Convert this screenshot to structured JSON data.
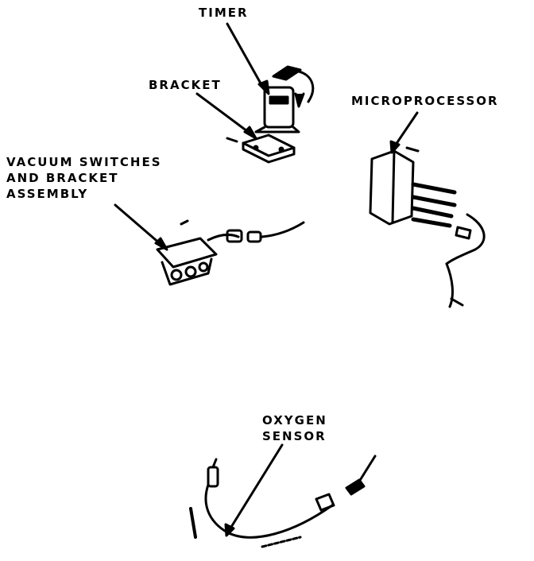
{
  "labels": {
    "timer": "TIMER",
    "bracket": "BRACKET",
    "microprocessor": "MICROPROCESSOR",
    "vacuum_line1": "VACUUM SWITCHES",
    "vacuum_line2": "AND BRACKET",
    "vacuum_line3": "ASSEMBLY",
    "oxygen_line1": "OXYGEN",
    "oxygen_line2": "SENSOR"
  }
}
